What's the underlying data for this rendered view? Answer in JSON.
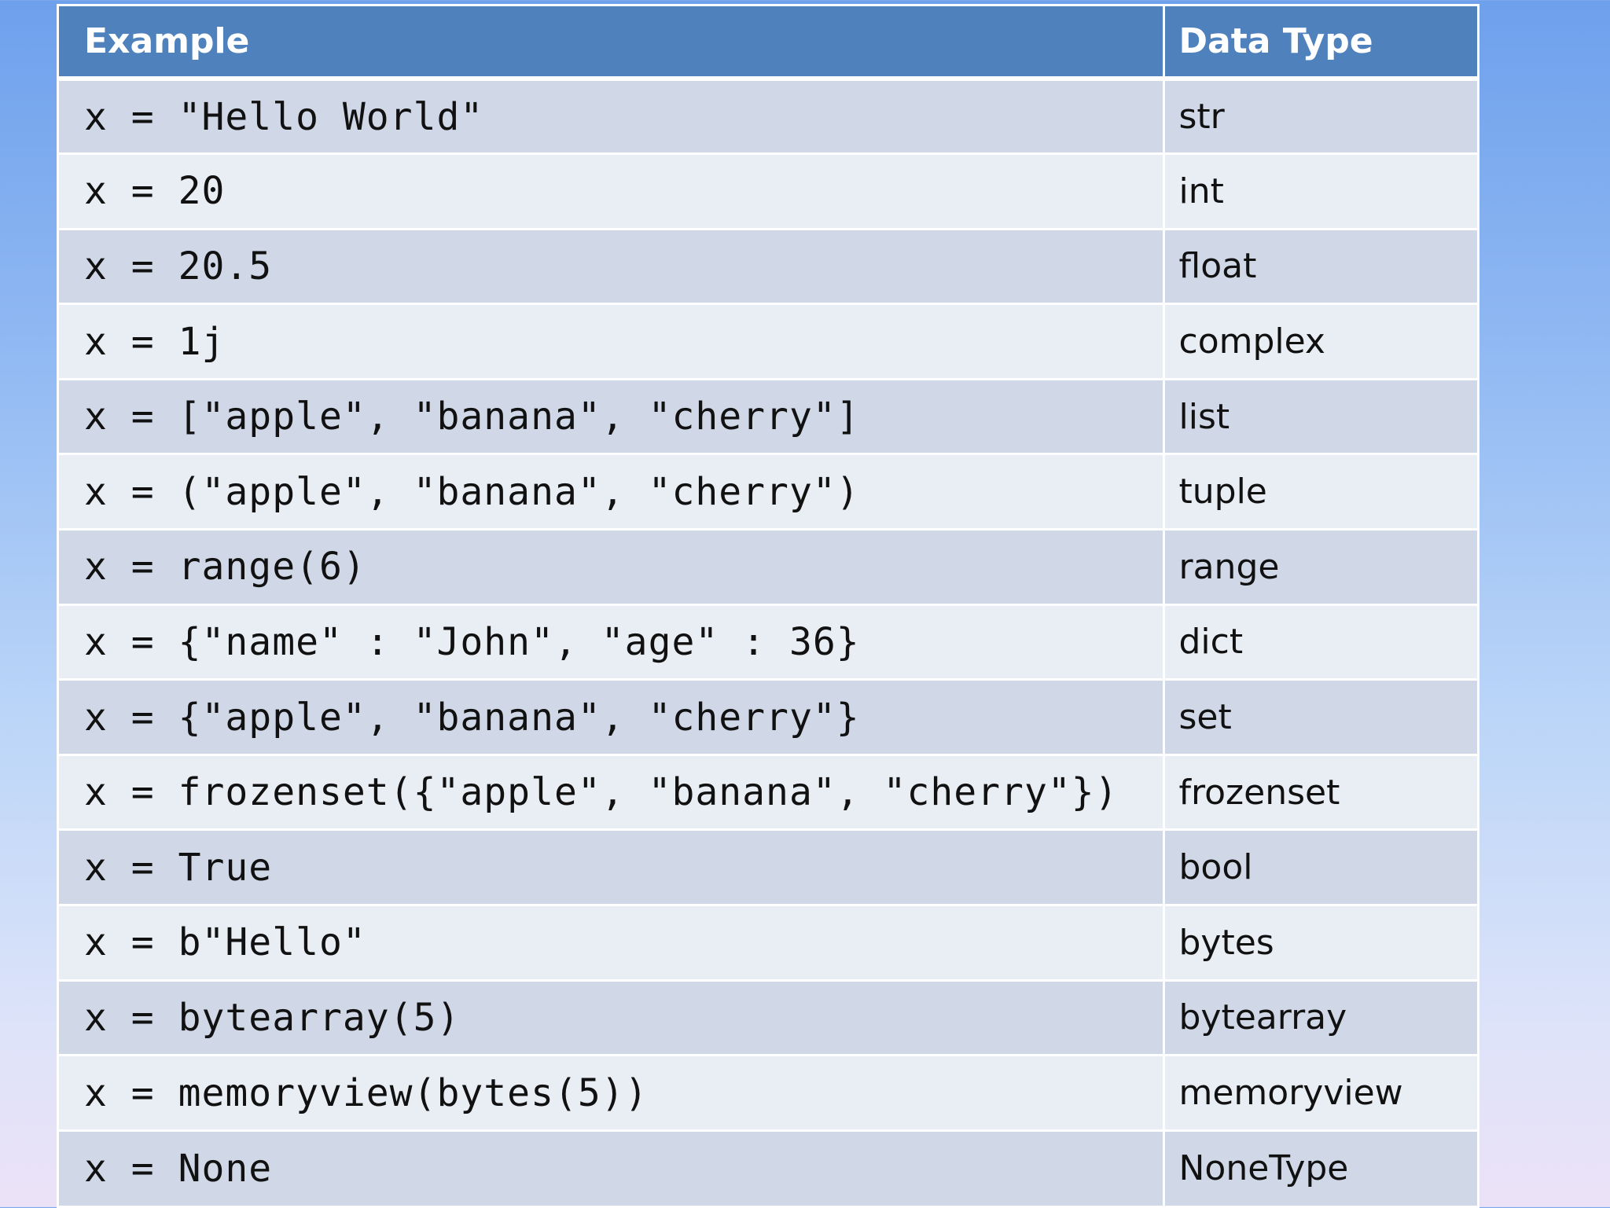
{
  "table": {
    "headers": [
      "Example",
      "Data Type"
    ],
    "rows": [
      {
        "example": "x = \"Hello World\"",
        "type": "str"
      },
      {
        "example": "x = 20",
        "type": "int"
      },
      {
        "example": "x = 20.5",
        "type": "float"
      },
      {
        "example": "x = 1j",
        "type": "complex"
      },
      {
        "example": "x = [\"apple\", \"banana\", \"cherry\"]",
        "type": "list"
      },
      {
        "example": "x = (\"apple\", \"banana\", \"cherry\")",
        "type": "tuple"
      },
      {
        "example": "x = range(6)",
        "type": "range"
      },
      {
        "example": "x = {\"name\" : \"John\", \"age\" : 36}",
        "type": "dict"
      },
      {
        "example": "x = {\"apple\", \"banana\", \"cherry\"}",
        "type": "set"
      },
      {
        "example": "x = frozenset({\"apple\", \"banana\", \"cherry\"})",
        "type": "frozenset"
      },
      {
        "example": "x = True",
        "type": "bool"
      },
      {
        "example": "x = b\"Hello\"",
        "type": "bytes"
      },
      {
        "example": "x = bytearray(5)",
        "type": "bytearray"
      },
      {
        "example": "x = memoryview(bytes(5))",
        "type": "memoryview"
      },
      {
        "example": "x = None",
        "type": "NoneType"
      }
    ]
  },
  "colors": {
    "header_bg": "#4f81bd",
    "row_odd_bg": "#d0d8e8",
    "row_even_bg": "#e9edf4",
    "slide_bg_top": "#6ea0ec",
    "slide_bg_bottom": "#ece2f7"
  }
}
